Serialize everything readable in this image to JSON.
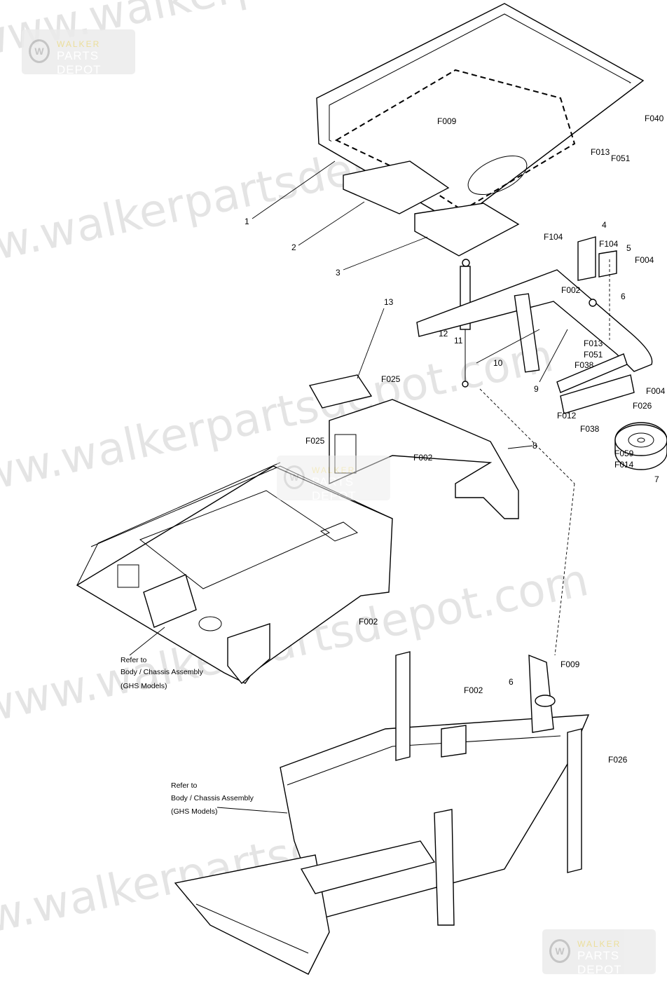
{
  "watermark": {
    "text": "https://www.walkerpartsdepot.com",
    "logo_line1": "WALKER",
    "logo_line2": "PARTS DEPOT",
    "logo_mark": "W"
  },
  "callouts": {
    "hopper": {
      "f009": "F009",
      "f040": "F040",
      "f013": "F013",
      "f051": "F051",
      "n1": "1",
      "n2": "2",
      "n3": "3"
    },
    "bracket": {
      "n4": "4",
      "f104a": "F104",
      "f104b": "F104",
      "n5": "5",
      "f004a": "F004",
      "f002": "F002",
      "n6": "6"
    },
    "strut": {
      "n13": "13",
      "n12": "12",
      "n11": "11",
      "n10": "10",
      "n9": "9",
      "f025a": "F025",
      "f025b": "F025",
      "f002": "F002",
      "n8": "8"
    },
    "wheel_arm": {
      "f013": "F013",
      "f051": "F051",
      "f038a": "F038",
      "f004": "F004",
      "f026": "F026",
      "f012": "F012",
      "f038b": "F038",
      "f059": "F059",
      "f014": "F014",
      "n7": "7"
    },
    "body": {
      "f002": "F002",
      "ref1": "Refer to",
      "ref2": "Body / Chassis Assembly",
      "ref3": "(GHS Models)"
    },
    "frame": {
      "f009": "F009",
      "f002": "F002",
      "n6": "6",
      "f026": "F026",
      "ref1": "Refer to",
      "ref2": "Body / Chassis Assembly",
      "ref3": "(GHS Models)"
    }
  }
}
